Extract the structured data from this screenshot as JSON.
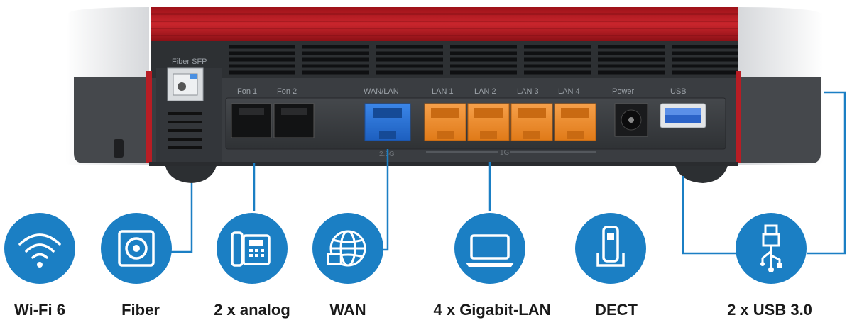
{
  "router": {
    "port_labels": {
      "fiber": "Fiber SFP",
      "fon1": "Fon 1",
      "fon2": "Fon 2",
      "wan_lan": "WAN/LAN",
      "lan1": "LAN 1",
      "lan2": "LAN 2",
      "lan3": "LAN 3",
      "lan4": "LAN 4",
      "power": "Power",
      "usb": "USB"
    },
    "sub_labels": {
      "wan_speed": "2.5G",
      "lan_speed": "1G"
    }
  },
  "features": [
    {
      "label": "Wi-Fi 6",
      "icon": "wifi-icon"
    },
    {
      "label": "Fiber",
      "icon": "fiber-port-icon"
    },
    {
      "label": "2 x analog",
      "icon": "telephone-icon"
    },
    {
      "label": "WAN",
      "icon": "globe-icon"
    },
    {
      "label": "4 x Gigabit-LAN",
      "icon": "laptop-icon"
    },
    {
      "label": "DECT",
      "icon": "cordless-phone-icon"
    },
    {
      "label": "2 x USB 3.0",
      "icon": "usb-stick-icon"
    }
  ],
  "colors": {
    "accent_blue": "#1b7fc4",
    "router_red": "#b81d24",
    "lan_orange": "#f08a24",
    "wan_blue": "#2a6fd6",
    "chassis_dark": "#3b3e42"
  }
}
